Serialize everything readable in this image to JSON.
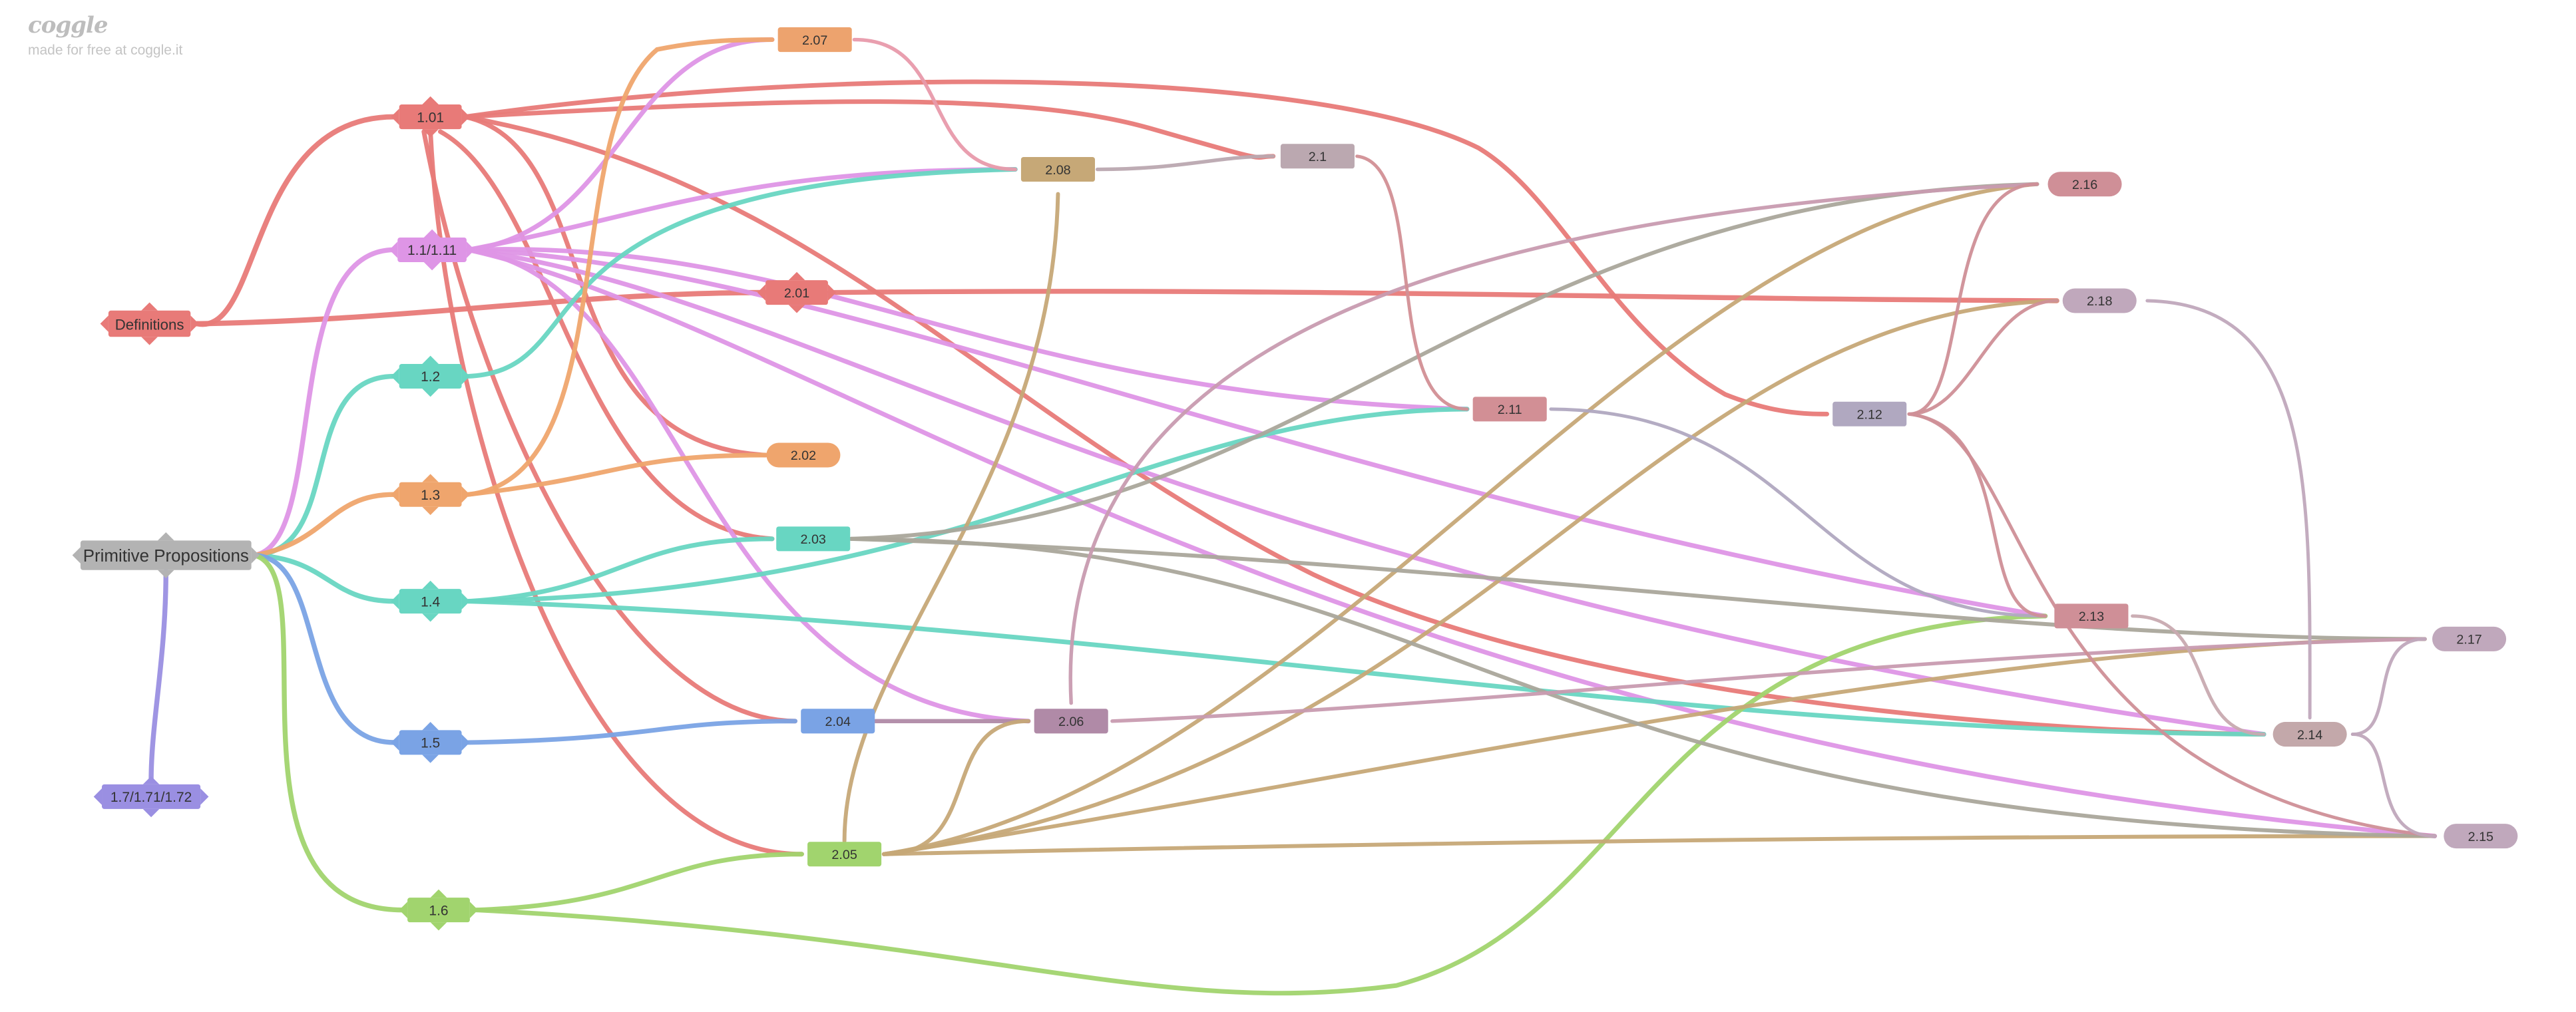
{
  "brand": {
    "logo": "coggle",
    "tagline": "made for free at coggle.it"
  },
  "nodes": {
    "definitions": {
      "label": "Definitions",
      "color": "#e87a78"
    },
    "primitive": {
      "label": "Primitive Propositions",
      "color": "#b3b3b3"
    },
    "n101": {
      "label": "1.01",
      "color": "#e87a78"
    },
    "n11": {
      "label": "1.1/1.11",
      "color": "#de95e6"
    },
    "n12": {
      "label": "1.2",
      "color": "#68d6c2"
    },
    "n13": {
      "label": "1.3",
      "color": "#efa56d"
    },
    "n14": {
      "label": "1.4",
      "color": "#68d6c2"
    },
    "n15": {
      "label": "1.5",
      "color": "#7aa3e5"
    },
    "n16": {
      "label": "1.6",
      "color": "#a1d46e"
    },
    "n17": {
      "label": "1.7/1.71/1.72",
      "color": "#9a8fe2"
    },
    "n201": {
      "label": "2.01",
      "color": "#e87a78"
    },
    "n202": {
      "label": "2.02",
      "color": "#efa56d"
    },
    "n203": {
      "label": "2.03",
      "color": "#68d6c2"
    },
    "n204": {
      "label": "2.04",
      "color": "#7aa3e5"
    },
    "n205": {
      "label": "2.05",
      "color": "#a1d46e"
    },
    "n206": {
      "label": "2.06",
      "color": "#b08aa7"
    },
    "n207": {
      "label": "2.07",
      "color": "#eda36e"
    },
    "n208": {
      "label": "2.08",
      "color": "#c6a877"
    },
    "n21": {
      "label": "2.1",
      "color": "#bba8b0"
    },
    "n211": {
      "label": "2.11",
      "color": "#d28f95"
    },
    "n212": {
      "label": "2.12",
      "color": "#b0a8c0"
    },
    "n213": {
      "label": "2.13",
      "color": "#cf8f97"
    },
    "n214": {
      "label": "2.14",
      "color": "#c3a8aa"
    },
    "n215": {
      "label": "2.15",
      "color": "#c0a8bc"
    },
    "n216": {
      "label": "2.16",
      "color": "#cf8f97"
    },
    "n217": {
      "label": "2.17",
      "color": "#c0a8bc"
    },
    "n218": {
      "label": "2.18",
      "color": "#c0a8bc"
    }
  }
}
